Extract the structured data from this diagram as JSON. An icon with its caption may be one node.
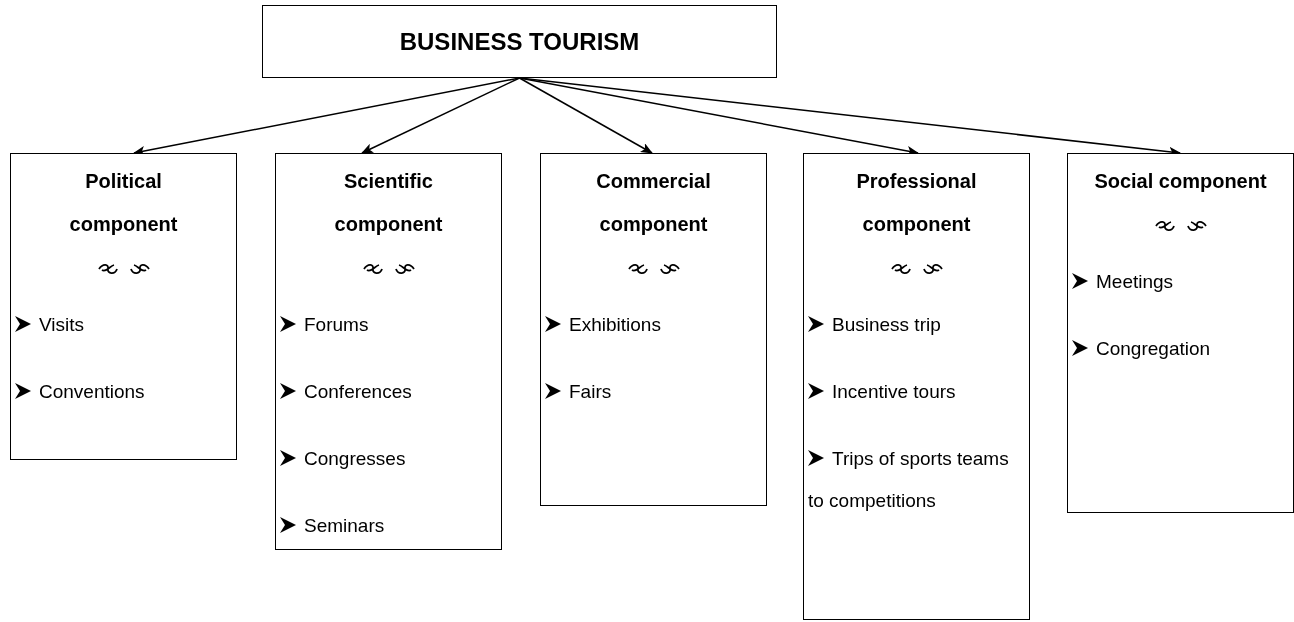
{
  "diagram": {
    "nodes": [
      {
        "text": [
          "BUSINESS TOURISM"
        ]
      },
      {
        "text": [
          "Political component",
          "Visits",
          "Conventions"
        ]
      },
      {
        "text": [
          "Scientific component",
          "Forums",
          "Conferences",
          "Congresses",
          "Seminars"
        ]
      },
      {
        "text": [
          "Commercial component",
          "Exhibitions",
          "Fairs"
        ]
      },
      {
        "text": [
          "Professional component",
          "Business trip",
          "Incentive tours",
          "Trips of sports teams to competitions"
        ]
      },
      {
        "text": [
          "Social component",
          "Meetings",
          "Congregation"
        ]
      }
    ],
    "edges": [
      {
        "from": 0,
        "to": 1,
        "arrow": "to"
      },
      {
        "from": 0,
        "to": 2,
        "arrow": "to"
      },
      {
        "from": 0,
        "to": 3,
        "arrow": "to"
      },
      {
        "from": 0,
        "to": 4,
        "arrow": "to"
      },
      {
        "from": 0,
        "to": 5,
        "arrow": "to"
      }
    ]
  }
}
